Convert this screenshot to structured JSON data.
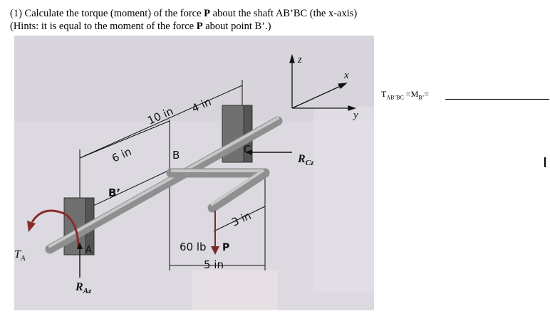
{
  "question": {
    "line1_pre": "(1) Calculate the torque (moment) of the force ",
    "line1_bold": "P",
    "line1_post": " about the shaft AB’BC (the x-axis)",
    "line2_pre": "(Hints: it is equal to the moment of the force ",
    "line2_bold": "P",
    "line2_post": " about point B’.)"
  },
  "figure": {
    "axis_z": "z",
    "axis_x": "x",
    "axis_y": "y",
    "dim_10in": "10 in",
    "dim_4in": "4 in",
    "dim_6in": "6 in",
    "dim_3in": "3 in",
    "dim_5in": "5 in",
    "label_B": "B",
    "label_Bprime": "B’",
    "label_C": "C",
    "label_A": "A",
    "label_TA": "T",
    "label_TA_sub": "A",
    "label_RAz": "R",
    "label_RAz_sub": "Az",
    "label_RCz": "R",
    "label_RCz_sub": "Cz",
    "force_value": "60 lb",
    "force_name": "P"
  },
  "answer": {
    "t_main": "T",
    "t_sub": "AB’BC",
    "eq1": " =M",
    "m_sub": "B’",
    "eq2": "="
  },
  "colors": {
    "background": "#ffffff",
    "photo_bg": "#d9d6de",
    "shaft": "#a9a9a9",
    "bearing": "#6f6f6f",
    "force_arrow": "#7a2a2a"
  }
}
